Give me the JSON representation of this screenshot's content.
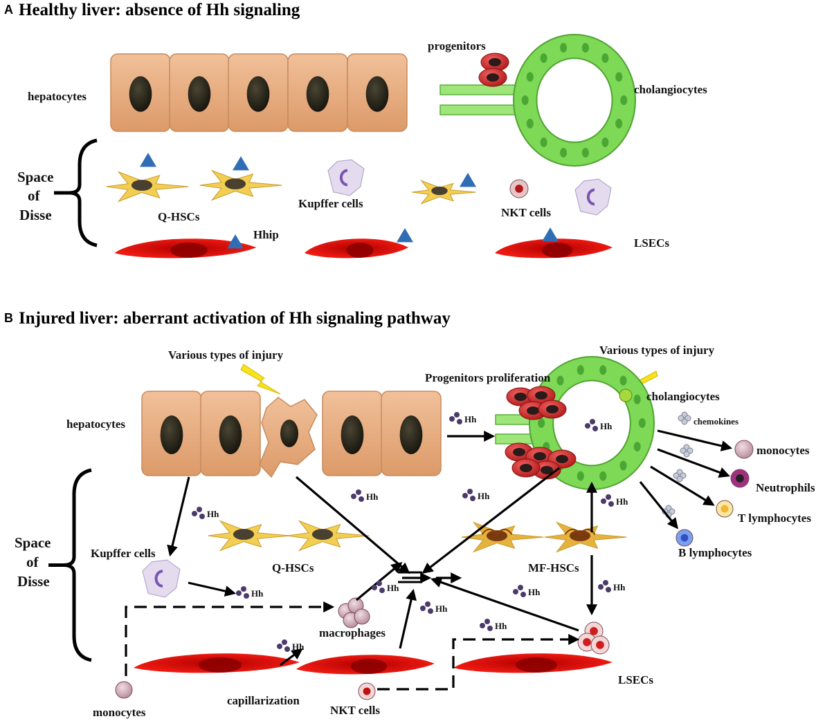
{
  "panel_a": {
    "letter": "A",
    "title": "Healthy liver: absence of Hh signaling",
    "labels": {
      "hepatocytes": "hepatocytes",
      "progenitors": "progenitors",
      "cholangiocytes": "cholangiocytes",
      "space": "Space",
      "of": "of",
      "disse": "Disse",
      "qhscs": "Q-HSCs",
      "kupffer": "Kupffer cells",
      "nkt": "NKT cells",
      "hhip": "Hhip",
      "lsecs": "LSECs"
    }
  },
  "panel_b": {
    "letter": "B",
    "title": "Injured liver: aberrant activation of Hh signaling pathway",
    "labels": {
      "injury_left": "Various types of injury",
      "injury_right": "Various types of injury",
      "progenitors_prolif": "Progenitors proliferation",
      "hepatocytes": "hepatocytes",
      "cholangiocytes": "cholangiocytes",
      "chemokines": "chemokines",
      "monocytes_right": "monocytes",
      "neutrophils": "Neutrophils",
      "t_lymph": "T lymphocytes",
      "b_lymph": "B lymphocytes",
      "space": "Space",
      "of": "of",
      "disse": "Disse",
      "kupffer": "Kupffer cells",
      "qhscs": "Q-HSCs",
      "mfhscs": "MF-HSCs",
      "macrophages": "macrophages",
      "lsecs": "LSECs",
      "monocytes_bottom": "monocytes",
      "capillarization": "capillarization",
      "nkt": "NKT cells",
      "hh": "Hh"
    }
  },
  "colors": {
    "hepatocyte": "#e8a97a",
    "nucleus": "#1e1b12",
    "cholangiocyte": "#7ed957",
    "lsec": "#e01010",
    "hsc": "#f2cf52",
    "hhip": "#2f6db5",
    "hh_dot": "#4b3a6b",
    "progenitor": "#c8242a"
  }
}
